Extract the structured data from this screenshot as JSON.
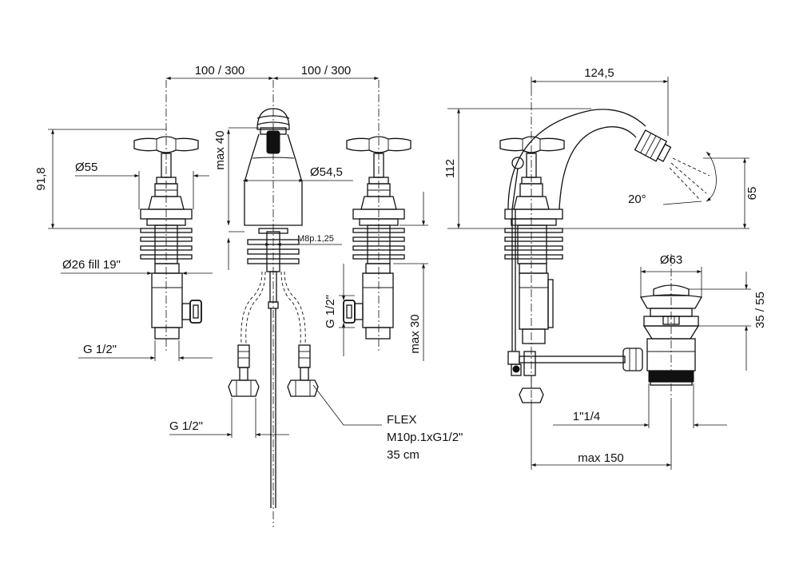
{
  "dimensions": {
    "spacing_left": "100 / 300",
    "spacing_right": "100 / 300",
    "height_handle": "91,8",
    "dia_handle": "Ø55",
    "max_spout_top": "max 40",
    "dia_base": "Ø54,5",
    "thread_rod": "M8p.1,25",
    "dia_valve": "Ø26 fill 19\"",
    "thread_left_bottom": "G 1/2\"",
    "thread_right_side": "G 1/2\"",
    "max_right_valve": "max 30",
    "thread_hose": "G 1/2\"",
    "reach": "124,5",
    "height_total": "112",
    "spray_angle": "20°",
    "spray_height": "65",
    "dia_waste": "Ø63",
    "waste_height": "35 / 55",
    "waste_thread": "1\"1/4",
    "max_waste": "max 150"
  },
  "flex": {
    "line1": "FLEX",
    "line2": "M10p.1xG1/2\"",
    "line3": "35 cm"
  }
}
